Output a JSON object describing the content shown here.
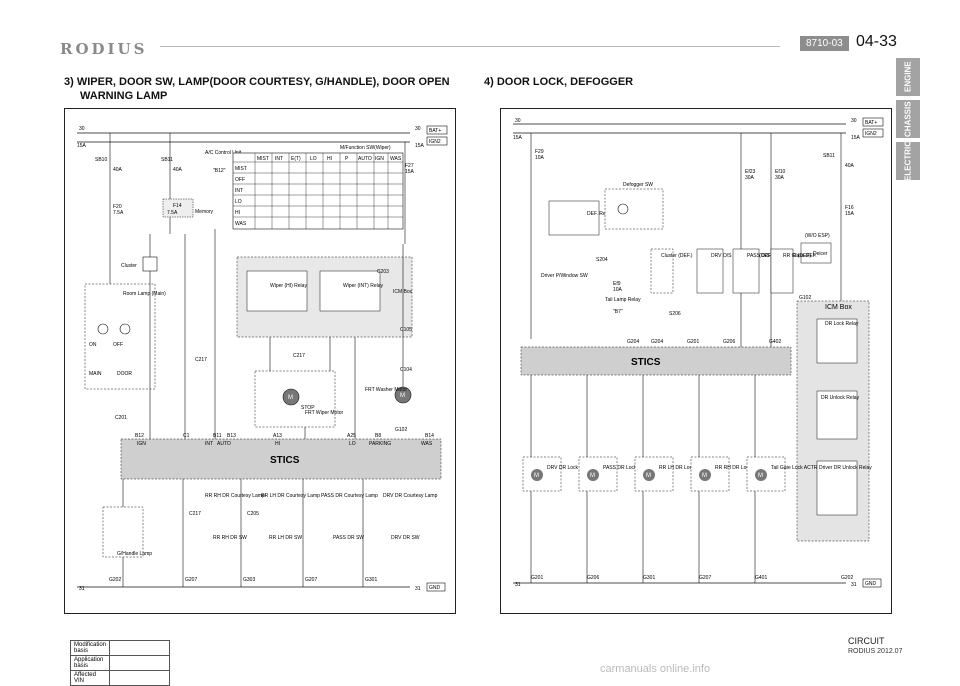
{
  "header": {
    "brand": "RODIUS",
    "section_code": "8710-03",
    "page_number": "04-33"
  },
  "side_tabs": [
    "ENGINE",
    "CHASSIS",
    "ELECTRIC"
  ],
  "left": {
    "title_line1": "3) WIPER, DOOR SW, LAMP(DOOR COURTESY, G/HANDLE), DOOR OPEN",
    "title_line2": "WARNING LAMP",
    "rail_30": "30",
    "rail_15a": "15A",
    "rail_31": "31",
    "bat": "BAT+",
    "ign2": "IGN2",
    "gnd": "GND",
    "fuse1": "SB10",
    "fuse1_amp": "40A",
    "fuse2": "SB11",
    "fuse2_amp": "40A",
    "fuse3": "F20",
    "fuse3_amp": "7.5A",
    "fuse4": "F14",
    "fuse4_amp": "7.5A",
    "memory": "Memory",
    "ac_unit": "A/C Control Unit",
    "ac_unit_code": "\"B12\"",
    "mfsw_title": "M/Function SW(Wiper)",
    "mfsw_cols": [
      "MIST",
      "INT",
      "E(T)",
      "LO",
      "HI",
      "P",
      "AUTO",
      "IGN",
      "WAS"
    ],
    "mfsw_rows": [
      "MIST",
      "OFF",
      "INT",
      "LO",
      "HI",
      "WAS"
    ],
    "f27": "F27",
    "f27_amp": "15A",
    "cluster": "Cluster",
    "room_lamp": "Room Lamp (Main)",
    "sw_on": "ON",
    "sw_off": "OFF",
    "sw_main": "MAIN",
    "sw_door": "DOOR",
    "wiper_hi_relay": "Wiper (HI) Relay",
    "wiper_int_relay": "Wiper (INT) Relay",
    "icm_box": "ICM Box",
    "frt_wiper_motor": "FRT Wiper Motor",
    "frt_washer_motor": "FRT Washer Motor",
    "stop": "STOP",
    "stics": "STICS",
    "c217": "C217",
    "c205": "C205",
    "c201": "C201",
    "c203": "C203",
    "c104": "C104",
    "c105": "C105",
    "g102": "G102",
    "g202": "G202",
    "g207": "G207",
    "g303": "G303",
    "g301": "G301",
    "stics_pins": [
      "B12",
      "C1",
      "B11",
      "B13",
      "A13",
      "A25",
      "B8",
      "B14"
    ],
    "stics_pin_labels": [
      "IGN",
      "INT",
      "AUTO",
      "HI",
      "LO",
      "PARKING",
      "WAS"
    ],
    "courtesy": [
      {
        "name": "RR RH DR Courtesy Lamp",
        "sw": "RR RH DR SW"
      },
      {
        "name": "RR LH DR Courtesy Lamp",
        "sw": "RR LH DR SW"
      },
      {
        "name": "PASS DR Courtesy Lamp",
        "sw": "PASS DR SW"
      },
      {
        "name": "DRV DR Courtesy Lamp",
        "sw": "DRV DR SW"
      }
    ],
    "g_handle": "G/Handle Lamp"
  },
  "right": {
    "title": "4) DOOR LOCK, DEFOGGER",
    "f29": "F29",
    "f29_amp": "10A",
    "def_relay": "DEF. Relay",
    "defogger_sw": "Defogger SW",
    "ef23": "Ef23",
    "ef23_amp": "30A",
    "ef10": "Ef10",
    "ef10_amp": "30A",
    "sb11": "SB11",
    "sb11_amp": "40A",
    "f16": "F16",
    "f16_amp": "15A",
    "wo_esp": "(W/O ESP)",
    "deicer": "Deicer",
    "driver_pwin": "Driver P/Window SW",
    "tail_lamp_relay": "Tail Lamp Relay",
    "tail_code": "\"B7\"",
    "ef9": "Ef9",
    "ef9_amp": "10A",
    "cluster_def": "Cluster (DEF.)",
    "drv_os_mirr": "DRV O/S MIRR MTR (DEF)",
    "pass_os_mirr": "PASS O/S MIRR MTR (DEF)",
    "rr_glass_def": "RR Glass DEF.",
    "icm_box": "ICM Box",
    "dr_lock_relay": "DR Lock Relay",
    "dr_unlock_relay": "DR Unlock Relay",
    "driver_dr_unlock_relay": "Driver DR Unlock Relay",
    "stics": "STICS",
    "actuators": [
      "DRV DR Lock ACTR",
      "PASS DR Lock ACTR",
      "RR LH DR Lock ACTR",
      "RR RH DR Lock ACTR",
      "Tail Gate Lock ACTR"
    ],
    "g201": "G201",
    "g204": "G204",
    "g206": "G206",
    "g301": "G301",
    "g207": "G207",
    "g401": "G401",
    "g402": "G402",
    "g102": "G102",
    "g202": "G202",
    "s204": "S204",
    "s206": "S206"
  },
  "footer": {
    "rows": [
      "Modification basis",
      "Application basis",
      "Affected VIN"
    ],
    "circuit": "CIRCUIT",
    "revision": "RODIUS 2012.07",
    "watermark": "carmanuals online.info"
  }
}
